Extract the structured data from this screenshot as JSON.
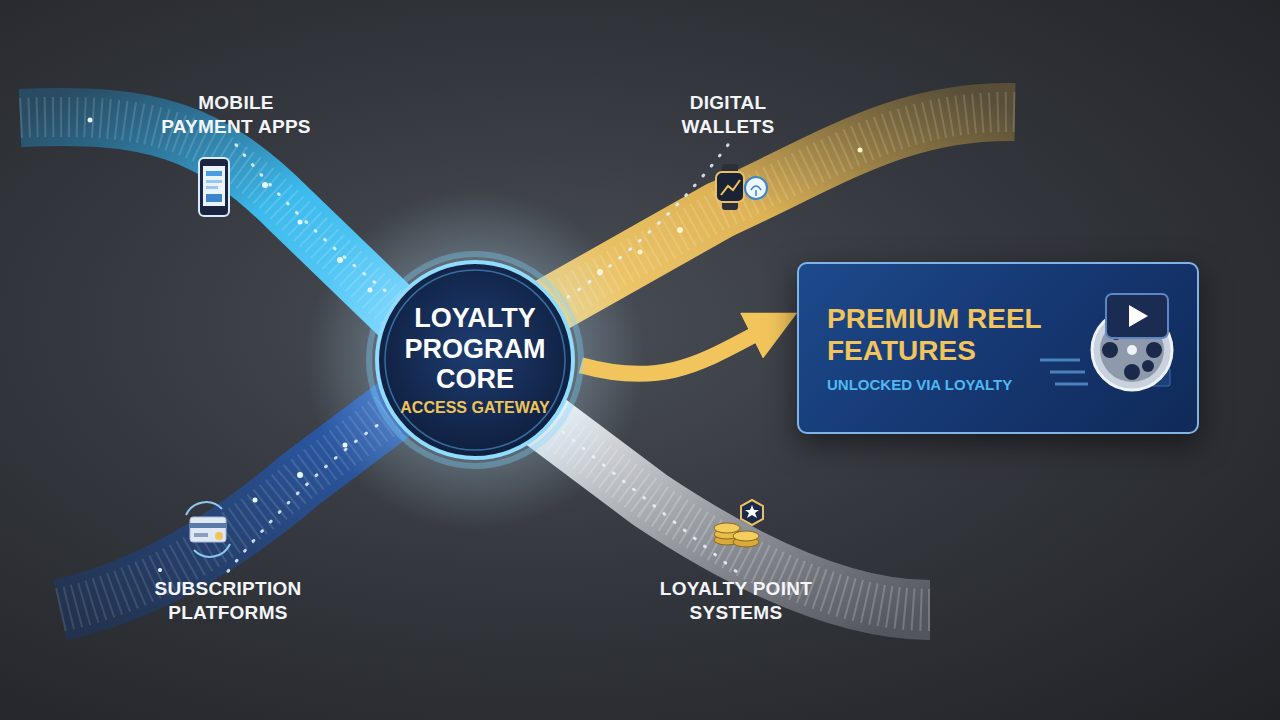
{
  "diagram": {
    "nodes": [
      {
        "text": [
          "MOBILE PAYMENT APPS"
        ]
      },
      {
        "text": [
          "DIGITAL WALLETS"
        ]
      },
      {
        "text": [
          "LOYALTY PROGRAM CORE",
          "ACCESS GATEWAY"
        ]
      },
      {
        "text": [
          "PREMIUM REEL FEATURES",
          "UNLOCKED VIA LOYALTY"
        ]
      },
      {
        "text": [
          "SUBSCRIPTION PLATFORMS"
        ]
      },
      {
        "text": [
          "LOYALTY POINT SYSTEMS"
        ]
      }
    ],
    "edges": [
      {
        "from": 0,
        "to": 2,
        "arrow": "none"
      },
      {
        "from": 1,
        "to": 2,
        "arrow": "none"
      },
      {
        "from": 4,
        "to": 2,
        "arrow": "none"
      },
      {
        "from": 5,
        "to": 2,
        "arrow": "none"
      },
      {
        "from": 2,
        "to": 3,
        "arrow": "to"
      }
    ]
  }
}
